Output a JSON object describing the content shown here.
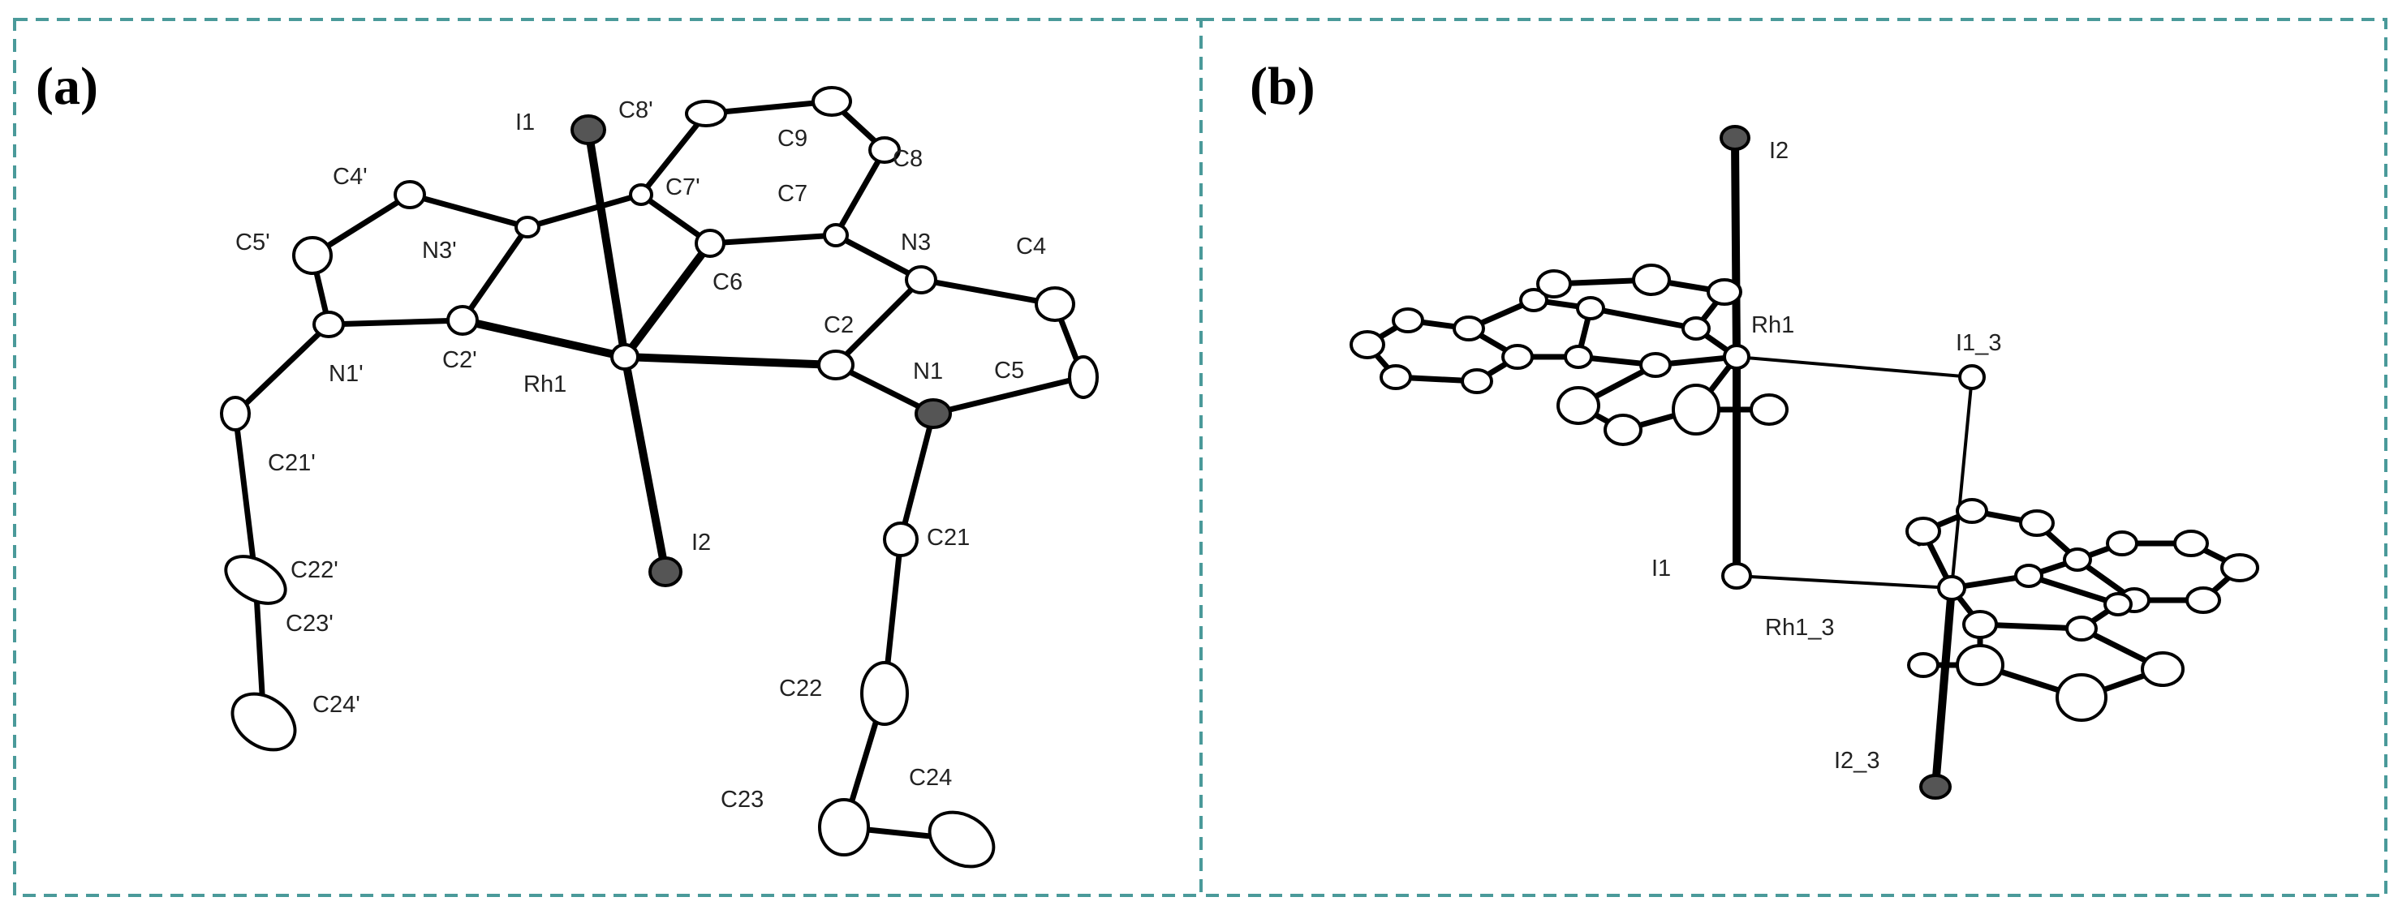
{
  "panels": [
    {
      "label": "(a)",
      "atoms": [
        "I1",
        "C8'",
        "C9",
        "C8",
        "C4'",
        "C7'",
        "C7",
        "C5'",
        "N3'",
        "C6",
        "N3",
        "C4",
        "C2'",
        "Rh1",
        "C2",
        "N1",
        "C5",
        "N1'",
        "C21'",
        "I2",
        "C21",
        "C22'",
        "C23'",
        "C24'",
        "C22",
        "C23",
        "C24"
      ]
    },
    {
      "label": "(b)",
      "atoms": [
        "I2",
        "Rh1",
        "I1_3",
        "I1",
        "Rh1_3",
        "I2_3"
      ]
    }
  ],
  "colors": {
    "border": "#4a9a9a"
  }
}
